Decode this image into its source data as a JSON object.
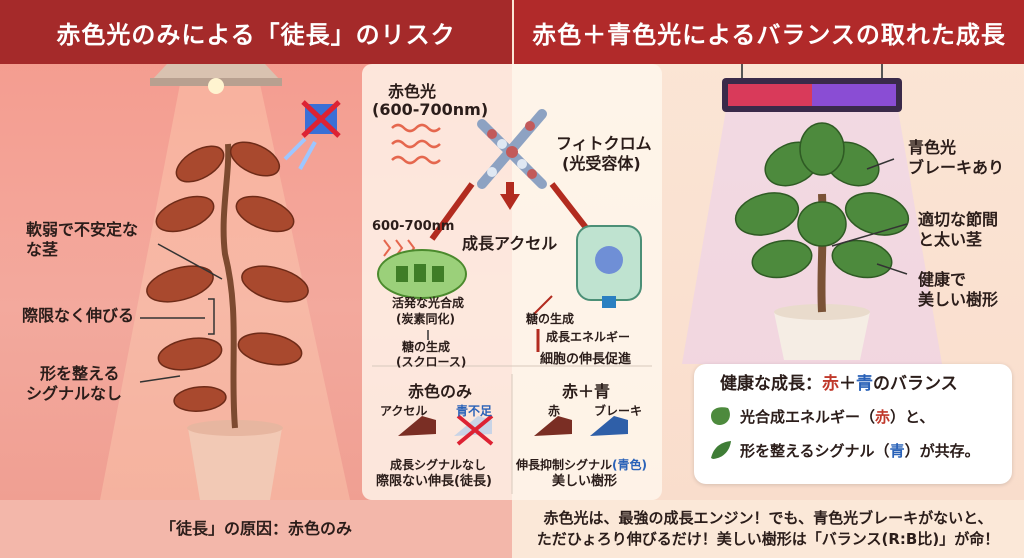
{
  "header": {
    "left_title": "赤色光のみによる「徒長」のリスク",
    "right_title": "赤色＋青色光によるバランスの取れた成長"
  },
  "left": {
    "label_weak_stem": "軟弱で不安定な\nな茎",
    "label_weak_stem_l1": "軟弱で不安定な",
    "label_weak_stem_l2": "な茎",
    "label_endless": "際限なく伸びる",
    "label_no_signal_l1": "形を整える",
    "label_no_signal_l2": "シグナルなし",
    "bottom": "「徒長」の原因：赤色のみ"
  },
  "center": {
    "red_light_l1": "赤色光",
    "red_light_l2": "(600-700nm)",
    "phyto_l1": "フィトクロム",
    "phyto_l2": "(光受容体)",
    "wave_range": "600-700nm",
    "growth_accel": "成長アクセル",
    "photo_l1": "活発な光合成",
    "photo_l2": "(炭素同化)",
    "sugar_l1": "糖の生成",
    "sugar_l2": "(スクロース)",
    "cell_sugar": "糖の生成",
    "cell_energy": "成長エネルギー",
    "cell_promote": "細胞の伸長促進",
    "red_only_title": "赤色のみ",
    "accel": "アクセル",
    "no_blue": "青不足",
    "red_only_l1": "成長シグナルなし",
    "red_only_l2": "際限ない伸長(徒長)",
    "rb_title": "赤＋青",
    "rb_red": "赤",
    "rb_brake": "ブレーキ",
    "rb_l1_a": "伸長抑制シグナル",
    "rb_l1_b": "(青色)",
    "rb_l2": "美しい樹形"
  },
  "right": {
    "blue_brake_l1": "青色光",
    "blue_brake_l2": "ブレーキあり",
    "node_l1": "適切な節間",
    "node_l2": "と太い茎",
    "healthy_l1": "健康で",
    "healthy_l2": "美しい樹形",
    "balance_title_a": "健康な成長：",
    "balance_title_red": "赤",
    "balance_title_plus": "＋",
    "balance_title_blue": "青",
    "balance_title_b": "のバランス",
    "item1_a": "光合成エネルギー（",
    "item1_red": "赤",
    "item1_b": "）と、",
    "item2_a": "形を整えるシグナル（",
    "item2_blue": "青",
    "item2_b": "）が共存。",
    "bottom_l1": "赤色光は、最強の成長エンジン！でも、青色光ブレーキがないと、",
    "bottom_l2": "ただひょろり伸びるだけ！美しい樹形は「バランス(R:B比)」が命！"
  },
  "colors": {
    "header_red": "#a52a2a",
    "accent_red": "#c0392b",
    "accent_blue": "#2a62b8",
    "leaf_red": "#a9492e",
    "leaf_green": "#4d8a3d"
  }
}
